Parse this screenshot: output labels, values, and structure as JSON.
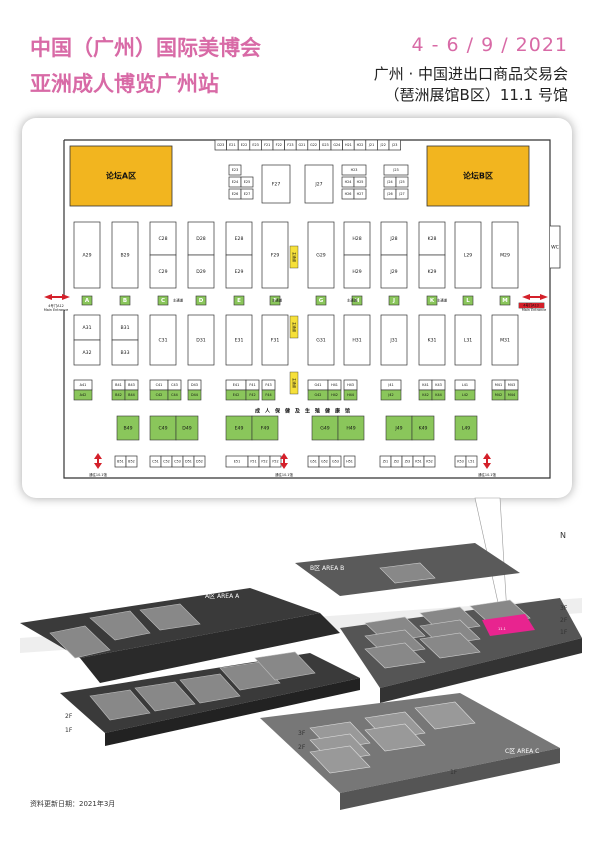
{
  "header": {
    "title_line1": "中国（广州）国际美博会",
    "title_line2": "亚洲成人博览广州站",
    "date": "4 - 6 / 9 / 2021",
    "venue_line1": "广州 · 中国进出口商品交易会",
    "venue_line2": "（琶洲展馆B区）11.1 号馆"
  },
  "colors": {
    "brand_pink": "#d86aa6",
    "forum_yellow": "#f2b51f",
    "booth_green": "#8ac65b",
    "corridor_yellow": "#f6e03a",
    "exit_red": "#d4202a",
    "highlight_magenta": "#e8248f"
  },
  "plan": {
    "forum_a": "论坛A区",
    "forum_b": "论坛B区",
    "wc": "WC",
    "main_entrance_left": "Main Entrance",
    "main_entrance_right": "Main Entrance",
    "entrance_left_code": "4号门A12",
    "entrance_right_code": "4号门A13",
    "channel_label": "主通道",
    "gallery_label": "成人保健及生殖健康馆",
    "stair_label": "通往10.1馆",
    "top_row": [
      "D23",
      "E21",
      "E22",
      "E23",
      "F21",
      "F22",
      "F23",
      "G21",
      "G22",
      "G23",
      "G24",
      "H21",
      "H22",
      "J21",
      "J22",
      "J23"
    ],
    "upper_booths": [
      "E23",
      "E24",
      "E25",
      "E26",
      "E27",
      "F27",
      "J27",
      "H23",
      "H24",
      "H25",
      "H26",
      "H27",
      "J23",
      "J24",
      "J25",
      "J26",
      "J27"
    ],
    "block1_top": [
      "A29",
      "B29",
      "C28",
      "D28",
      "E28",
      "F29",
      "G29",
      "H28",
      "J28",
      "K28",
      "L29",
      "M29"
    ],
    "block1_bottom": [
      "C29",
      "D29",
      "E29",
      "H29",
      "J29",
      "K29"
    ],
    "aisle_letters": [
      "A",
      "B",
      "C",
      "D",
      "E",
      "F",
      "G",
      "H",
      "J",
      "K",
      "L",
      "M"
    ],
    "block2": [
      "A31",
      "A32",
      "B31",
      "B33",
      "C31",
      "D31",
      "E31",
      "F31",
      "G31",
      "H31",
      "J31",
      "K31",
      "L31",
      "M31"
    ],
    "small_row_white": [
      "A41",
      "B41",
      "B43",
      "C41",
      "C43",
      "D43",
      "E41",
      "F41",
      "F43",
      "G41",
      "H41",
      "H43",
      "J41",
      "K41",
      "K43",
      "L41",
      "M41",
      "M43"
    ],
    "small_row_green": [
      "A42",
      "B42",
      "B44",
      "C42",
      "C44",
      "D44",
      "E42",
      "F42",
      "F44",
      "G42",
      "H42",
      "H44",
      "J42",
      "K42",
      "K44",
      "L42",
      "M42",
      "M44"
    ],
    "green_large": [
      "B49",
      "C49",
      "D49",
      "E49",
      "F49",
      "G49",
      "H49",
      "J49",
      "K49",
      "L49"
    ],
    "bottom_row": [
      "B51",
      "B52",
      "C51",
      "C52",
      "C53",
      "D51",
      "D52",
      "E51",
      "F51",
      "F52",
      "F52",
      "G51",
      "G52",
      "G53",
      "H51",
      "J51",
      "J52",
      "J53",
      "K51",
      "K52",
      "K53",
      "L51"
    ]
  },
  "iso": {
    "area_a": "A区 AREA A",
    "area_b": "B区 AREA B",
    "area_c": "C区 AREA C",
    "floors": [
      "3F",
      "2F",
      "1F"
    ],
    "compass": "N",
    "hall_label": "11.1"
  },
  "footer": {
    "updated": "资料更新日期：2021年3月"
  }
}
